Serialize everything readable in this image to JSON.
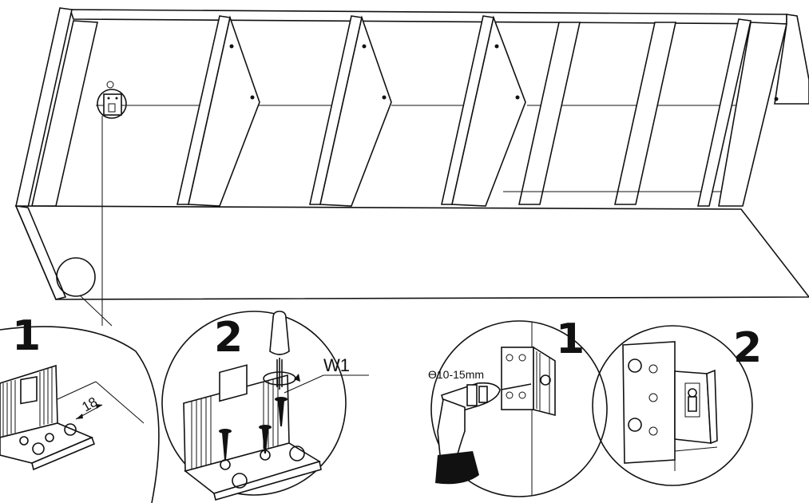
{
  "callouts": {
    "step1_left": "1",
    "step2_left": "2",
    "step1_right": "1",
    "step2_right": "2"
  },
  "labels": {
    "dimension": "18",
    "screw_code": "W1",
    "drill_diameter": "ϴ10-15mm"
  },
  "icons": [
    "screwdriver-icon",
    "drill-icon",
    "screw-icon",
    "wall-bracket-icon"
  ]
}
